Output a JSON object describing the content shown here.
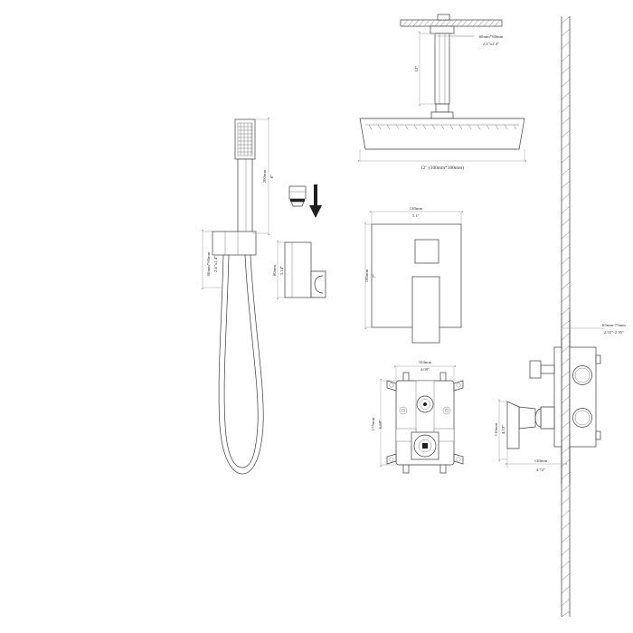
{
  "document": {
    "kind": "technical-dimension-drawing",
    "subject": "Ceiling mount square rain shower system with handheld sprayer and concealed mixing valve",
    "background_color": "#ffffff",
    "line_color": "#3a3a3a",
    "text_color": "#2a2a2a"
  },
  "views": {
    "ceiling_shower": {
      "name": "Ceiling mounted rain shower head",
      "arm_size_mm": "60mm*60mm",
      "arm_size_in": "2.4\"x2.4\"",
      "arm_length_in": "12\"",
      "head_size": "12\" (300mm*300mm)"
    },
    "handheld": {
      "name": "Handheld shower wand",
      "wand_length_mm": "200mm",
      "wand_length_in": "8\"",
      "outlet_size_mm": "60mm*60mm",
      "outlet_size_in": "2.4\"x2.4\""
    },
    "holder": {
      "name": "Wall bracket holder for handheld",
      "height_mm": "80mm",
      "height_in": "3.14\""
    },
    "trim_plate": {
      "name": "Shower valve trim plate",
      "width_mm": "130mm",
      "width_in": "5.1\"",
      "height_mm": "180mm",
      "height_in": "7\""
    },
    "rough_valve": {
      "name": "Rough-in valve body",
      "width_mm": "104mm",
      "width_in": "4.09\"",
      "height_mm": "175mm",
      "height_in": "6.89\""
    },
    "wall_section": {
      "name": "Wall section with installed valve",
      "wall_thickness_mm": "65mm-75mm",
      "wall_thickness_in": "2.55\"-2.95\"",
      "handle_height_mm": "110mm",
      "handle_height_in": "4.33\"",
      "body_depth_mm": "120mm",
      "body_depth_in": "4.72\""
    }
  },
  "annotations": {
    "assembly_arrow": "downward-assembly-arrow"
  }
}
